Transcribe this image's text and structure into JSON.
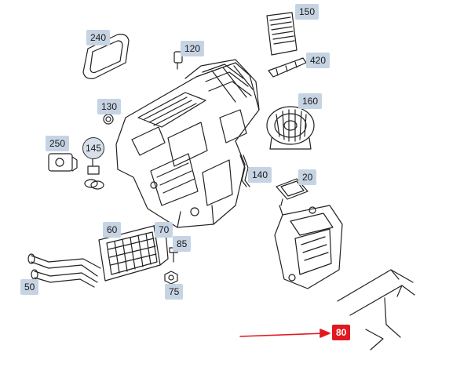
{
  "colors": {
    "callout_bg": "#c6d3e3",
    "highlight_bg": "#e1181f",
    "arrow": "#e1181f",
    "line": "#222222"
  },
  "callouts": [
    {
      "id": "240",
      "label": "240"
    },
    {
      "id": "120",
      "label": "120"
    },
    {
      "id": "150",
      "label": "150"
    },
    {
      "id": "420",
      "label": "420"
    },
    {
      "id": "130",
      "label": "130"
    },
    {
      "id": "160",
      "label": "160"
    },
    {
      "id": "250",
      "label": "250"
    },
    {
      "id": "145",
      "label": "145"
    },
    {
      "id": "140",
      "label": "140"
    },
    {
      "id": "20",
      "label": "20"
    },
    {
      "id": "60",
      "label": "60"
    },
    {
      "id": "70",
      "label": "70"
    },
    {
      "id": "85",
      "label": "85"
    },
    {
      "id": "50",
      "label": "50"
    },
    {
      "id": "75",
      "label": "75"
    },
    {
      "id": "80",
      "label": "80",
      "highlighted": true
    }
  ]
}
